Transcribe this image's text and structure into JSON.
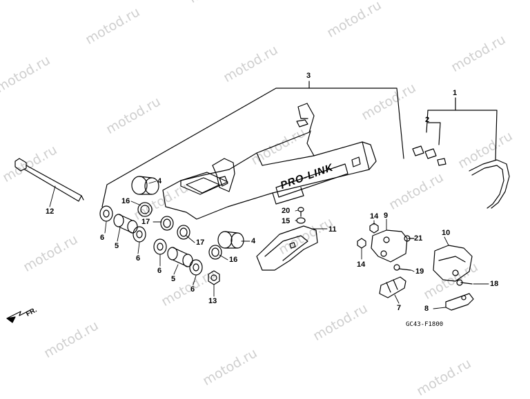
{
  "watermark": "motod.ru",
  "diagram_code": "GC43-F1800",
  "front_label": "FR.",
  "logo_text": "PRO-LINK",
  "callouts": {
    "c1": "1",
    "c2": "2",
    "c3": "3",
    "c4a": "4",
    "c4b": "4",
    "c5a": "5",
    "c5b": "5",
    "c6a": "6",
    "c6b": "6",
    "c6c": "6",
    "c6d": "6",
    "c7": "7",
    "c8": "8",
    "c9": "9",
    "c10": "10",
    "c11": "11",
    "c12": "12",
    "c13": "13",
    "c14a": "14",
    "c14b": "14",
    "c15": "15",
    "c16a": "16",
    "c16b": "16",
    "c17a": "17",
    "c17b": "17",
    "c18": "18",
    "c19": "19",
    "c20": "20",
    "c21": "21"
  }
}
